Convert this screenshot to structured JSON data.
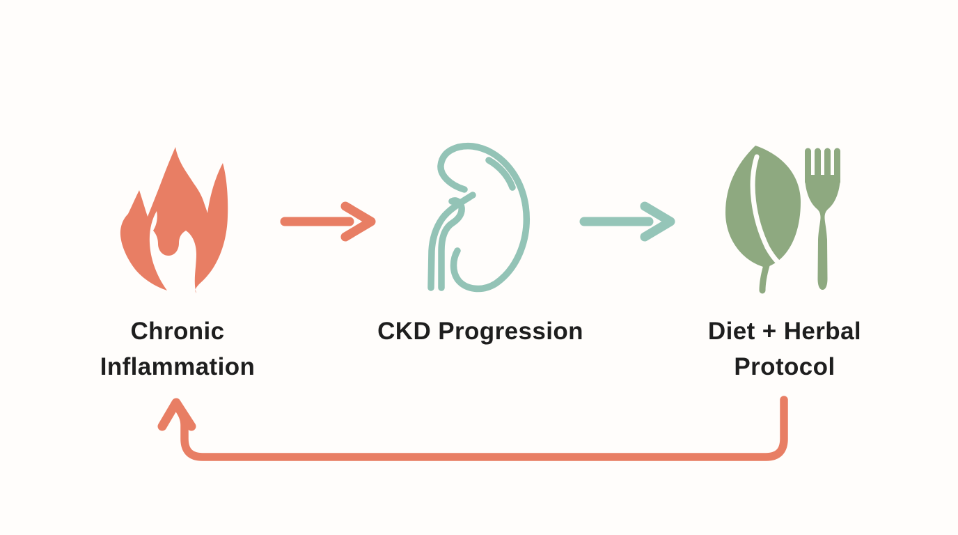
{
  "diagram": {
    "background": "#FFFDFB",
    "text_color": "#1E1E1E",
    "nodes": [
      {
        "id": "chronic-inflammation",
        "label": "Chronic Inflammation",
        "icon": "flame-icon",
        "icon_color": "#E87E64"
      },
      {
        "id": "ckd-progression",
        "label": "CKD Progression",
        "icon": "kidney-icon",
        "icon_color": "#93C3B6"
      },
      {
        "id": "diet-herbal-protocol",
        "label": "Diet + Herbal Protocol",
        "icon": "leaf-and-fork-icon",
        "icon_color": "#8EA980"
      }
    ],
    "connections": [
      {
        "from": "Chronic Inflammation",
        "to": "CKD Progression",
        "style": "straight-arrow",
        "color": "#E87E64"
      },
      {
        "from": "CKD Progression",
        "to": "Diet + Herbal Protocol",
        "style": "straight-arrow",
        "color": "#93C3B6"
      },
      {
        "from": "Diet + Herbal Protocol",
        "to": "Chronic Inflammation",
        "style": "feedback-loop-arrow",
        "color": "#E87E64"
      }
    ]
  }
}
